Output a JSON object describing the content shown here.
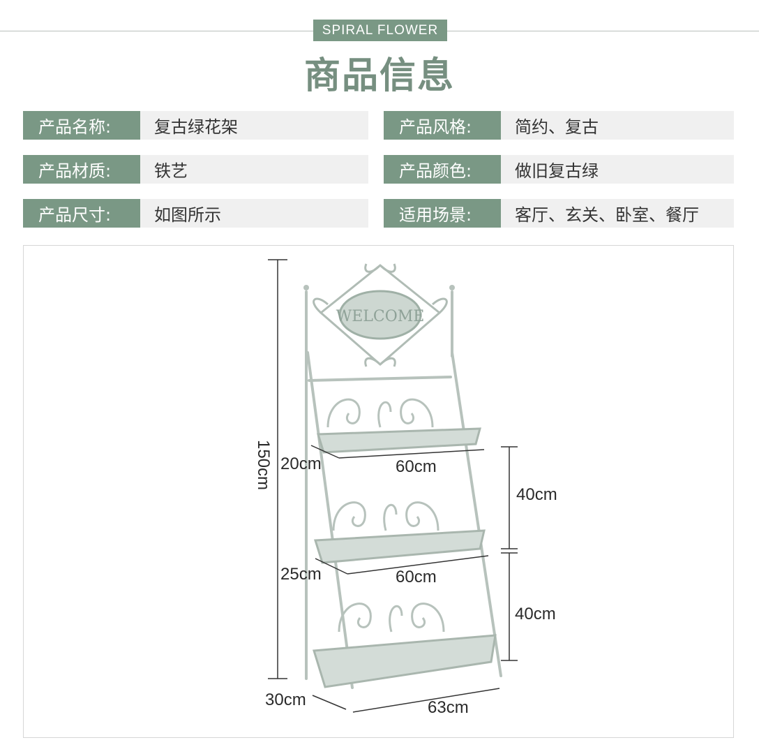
{
  "header": {
    "brand": "SPIRAL FLOWER",
    "title": "商品信息"
  },
  "info": [
    {
      "label": "产品名称:",
      "value": "复古绿花架"
    },
    {
      "label": "产品风格:",
      "value": "简约、复古"
    },
    {
      "label": "产品材质:",
      "value": "铁艺"
    },
    {
      "label": "产品颜色:",
      "value": "做旧复古绿"
    },
    {
      "label": "产品尺寸:",
      "value": "如图所示"
    },
    {
      "label": "适用场景:",
      "value": "客厅、玄关、卧室、餐厅"
    }
  ],
  "product": {
    "sign_text": "WELCOME",
    "dimensions": {
      "height": "150cm",
      "top_depth": "20cm",
      "top_width": "60cm",
      "gap_upper": "40cm",
      "mid_depth": "25cm",
      "mid_width": "60cm",
      "gap_lower": "40cm",
      "bottom_depth": "30cm",
      "bottom_width": "63cm"
    }
  },
  "colors": {
    "accent": "#7a9885",
    "title": "#768f80",
    "metal": "#c5d0ca"
  }
}
